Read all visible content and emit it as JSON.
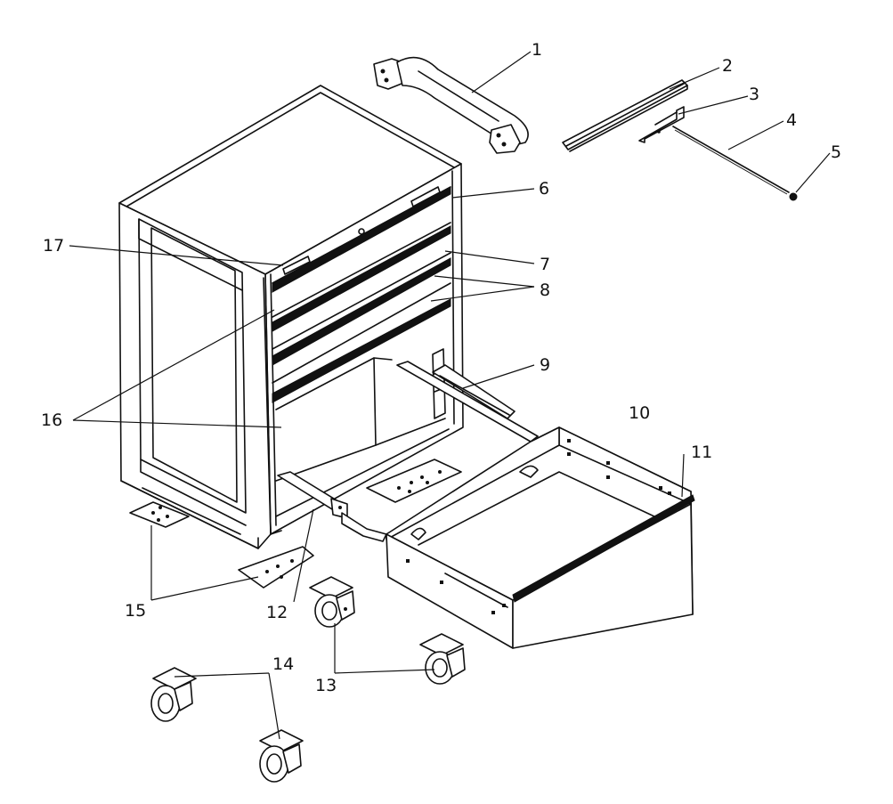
{
  "callouts": [
    {
      "id": "1",
      "label": "1"
    },
    {
      "id": "2",
      "label": "2"
    },
    {
      "id": "3",
      "label": "3"
    },
    {
      "id": "4",
      "label": "4"
    },
    {
      "id": "5",
      "label": "5"
    },
    {
      "id": "6",
      "label": "6"
    },
    {
      "id": "7",
      "label": "7"
    },
    {
      "id": "8",
      "label": "8"
    },
    {
      "id": "9",
      "label": "9"
    },
    {
      "id": "10",
      "label": "10"
    },
    {
      "id": "11",
      "label": "11"
    },
    {
      "id": "12",
      "label": "12"
    },
    {
      "id": "13",
      "label": "13"
    },
    {
      "id": "14",
      "label": "14"
    },
    {
      "id": "15",
      "label": "15"
    },
    {
      "id": "16",
      "label": "16"
    },
    {
      "id": "17",
      "label": "17"
    }
  ],
  "parts": {
    "handle": "handle-icon",
    "drawer_slide": "drawer-slide-icon",
    "bracket": "bracket-icon",
    "rod": "rod-icon",
    "rod_cap": "cap-icon",
    "cabinet": "cabinet-icon",
    "drawer": "drawer-icon",
    "caster": "caster-icon",
    "mounting_plate": "plate-icon"
  },
  "colors": {
    "line": "#111111",
    "background": "#ffffff"
  }
}
